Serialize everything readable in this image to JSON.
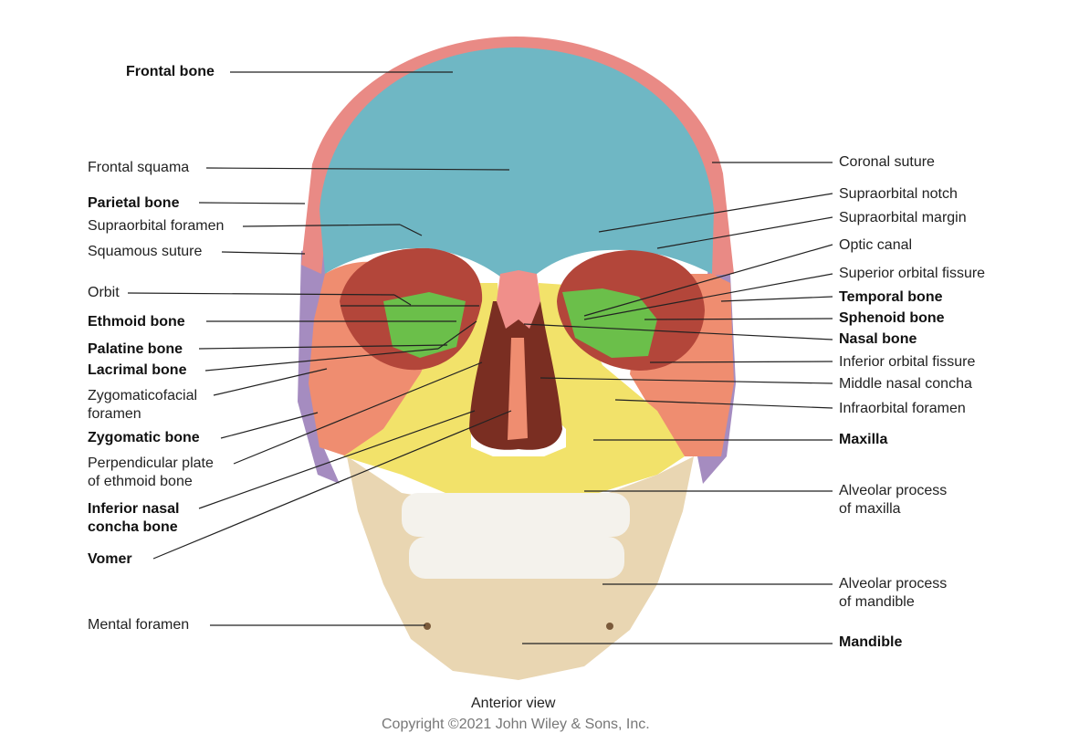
{
  "labels": {
    "frontal_bone": "Frontal bone",
    "frontal_squama": "Frontal squama",
    "parietal_bone": "Parietal bone",
    "supraorbital_foramen": "Supraorbital foramen",
    "squamous_suture": "Squamous suture",
    "orbit": "Orbit",
    "ethmoid_bone": "Ethmoid bone",
    "palatine_bone": "Palatine bone",
    "lacrimal_bone": "Lacrimal bone",
    "zygomaticofacial_foramen_1": "Zygomaticofacial",
    "zygomaticofacial_foramen_2": "foramen",
    "zygomatic_bone": "Zygomatic bone",
    "perpendicular_plate_1": "Perpendicular plate",
    "perpendicular_plate_2": "of ethmoid bone",
    "inferior_nasal_concha_1": "Inferior nasal",
    "inferior_nasal_concha_2": "concha bone",
    "vomer": "Vomer",
    "mental_foramen": "Mental foramen",
    "coronal_suture": "Coronal suture",
    "supraorbital_notch": "Supraorbital notch",
    "supraorbital_margin": "Supraorbital margin",
    "optic_canal": "Optic canal",
    "superior_orbital_fissure": "Superior orbital fissure",
    "temporal_bone": "Temporal bone",
    "sphenoid_bone": "Sphenoid bone",
    "nasal_bone": "Nasal bone",
    "inferior_orbital_fissure": "Inferior orbital fissure",
    "middle_nasal_concha": "Middle nasal concha",
    "infraorbital_foramen": "Infraorbital foramen",
    "maxilla": "Maxilla",
    "alveolar_maxilla_1": "Alveolar process",
    "alveolar_maxilla_2": "of maxilla",
    "alveolar_mandible_1": "Alveolar process",
    "alveolar_mandible_2": "of mandible",
    "mandible": "Mandible"
  },
  "caption": "Anterior view",
  "copyright": "Copyright ©2021 John Wiley & Sons, Inc.",
  "colors": {
    "frontal": "#6fb7c4",
    "parietal": "#e98a85",
    "temporal": "#a58cc0",
    "sphenoid": "#6bbf4a",
    "zygomatic": "#ef8d70",
    "maxilla": "#f2e26a",
    "nasal": "#f08f8a",
    "mandible": "#e9d6b2",
    "teeth": "#f4f2ec",
    "cavity": "#7a2e22",
    "leader": "#222222"
  }
}
